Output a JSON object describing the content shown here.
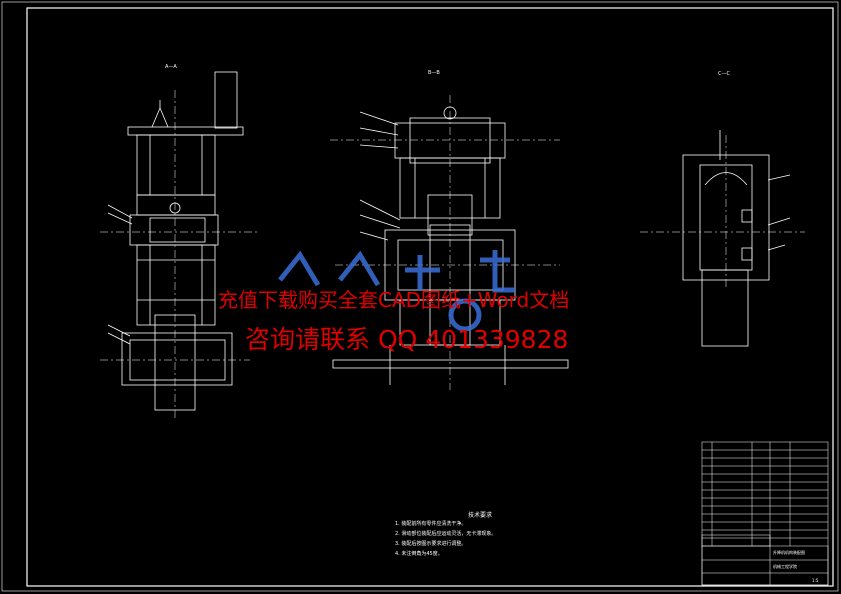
{
  "watermark": {
    "line1": "充值下载购买全套CAD图纸+Word文档",
    "line2": "咨询请联系 QQ 401339828",
    "logo_text": "人人文库"
  },
  "view_labels": {
    "left": "A—A",
    "middle": "B—B",
    "right": "C—C"
  },
  "technical_requirements": {
    "title": "技术要求",
    "items": [
      "1. 装配前所有零件应清洗干净。",
      "2. 滑动部位装配后应运动灵活，无卡滞现象。",
      "3. 装配后按图示要求进行调整。",
      "4. 未注倒角为45度。"
    ]
  },
  "title_block": {
    "drawing_name": "升降机机构装配图",
    "school": "机械工程学院",
    "scale": "1:5"
  },
  "colors": {
    "background": "#000000",
    "lines": "#ffffff",
    "watermark": "#e00000",
    "logo": "#3a6fd8"
  }
}
